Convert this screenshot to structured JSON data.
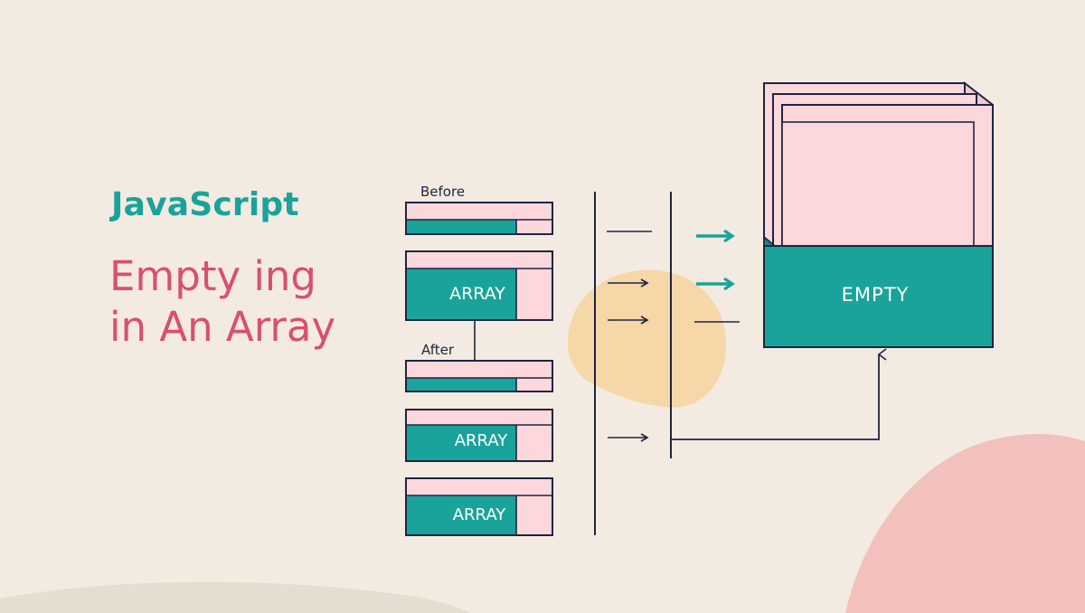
{
  "title": {
    "kicker": "JavaScript",
    "line1": "Empty ing",
    "line2": "in An Array"
  },
  "diagram": {
    "before_label": "Before",
    "after_label": "After",
    "array_labels": [
      "ARRAY",
      "ARRAY",
      "ARRAY"
    ],
    "container_label": "EMPTY"
  },
  "colors": {
    "background": "#f3ebe1",
    "teal": "#1aa39a",
    "pink_fill": "#fcd7dc",
    "title_pink": "#d94f72",
    "outline": "#1f2440",
    "yellow_blob": "#f6d49c",
    "corner_blob": "#f2c1bd"
  }
}
